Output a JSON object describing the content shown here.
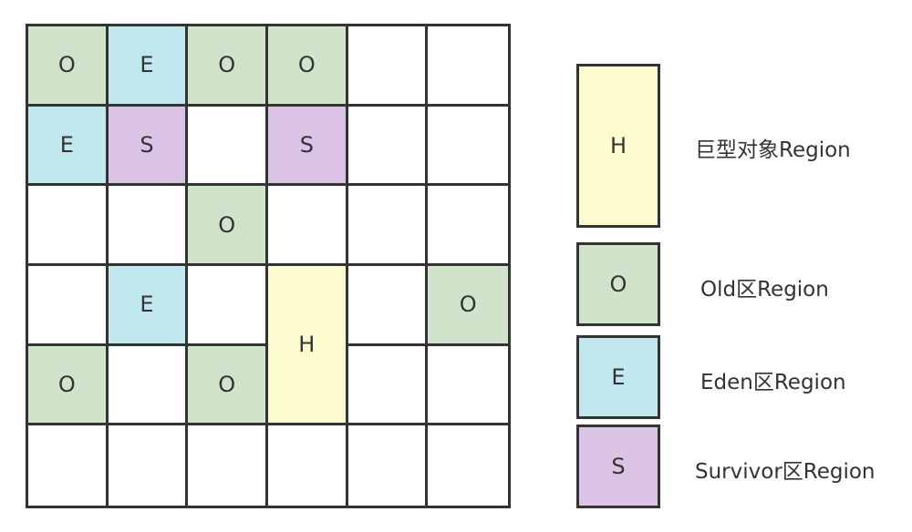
{
  "colors": {
    "O": "#d0e4cc",
    "E": "#c0e8ee",
    "S": "#dcc4e6",
    "H": "#fdfcd0",
    "empty": "#ffffff",
    "border": "#333333"
  },
  "grid": {
    "columns": 6,
    "rows": 6,
    "regions": [
      {
        "label": "O",
        "type": "O",
        "row": 1,
        "col": 1
      },
      {
        "label": "E",
        "type": "E",
        "row": 1,
        "col": 2
      },
      {
        "label": "O",
        "type": "O",
        "row": 1,
        "col": 3
      },
      {
        "label": "O",
        "type": "O",
        "row": 1,
        "col": 4
      },
      {
        "label": "",
        "type": "empty",
        "row": 1,
        "col": 5
      },
      {
        "label": "",
        "type": "empty",
        "row": 1,
        "col": 6
      },
      {
        "label": "E",
        "type": "E",
        "row": 2,
        "col": 1
      },
      {
        "label": "S",
        "type": "S",
        "row": 2,
        "col": 2
      },
      {
        "label": "",
        "type": "empty",
        "row": 2,
        "col": 3
      },
      {
        "label": "S",
        "type": "S",
        "row": 2,
        "col": 4
      },
      {
        "label": "",
        "type": "empty",
        "row": 2,
        "col": 5
      },
      {
        "label": "",
        "type": "empty",
        "row": 2,
        "col": 6
      },
      {
        "label": "",
        "type": "empty",
        "row": 3,
        "col": 1
      },
      {
        "label": "",
        "type": "empty",
        "row": 3,
        "col": 2
      },
      {
        "label": "O",
        "type": "O",
        "row": 3,
        "col": 3
      },
      {
        "label": "",
        "type": "empty",
        "row": 3,
        "col": 4
      },
      {
        "label": "",
        "type": "empty",
        "row": 3,
        "col": 5
      },
      {
        "label": "",
        "type": "empty",
        "row": 3,
        "col": 6
      },
      {
        "label": "",
        "type": "empty",
        "row": 4,
        "col": 1
      },
      {
        "label": "E",
        "type": "E",
        "row": 4,
        "col": 2
      },
      {
        "label": "",
        "type": "empty",
        "row": 4,
        "col": 3
      },
      {
        "label": "H",
        "type": "H",
        "row": 4,
        "col": 4,
        "rowspan": 2
      },
      {
        "label": "",
        "type": "empty",
        "row": 4,
        "col": 5
      },
      {
        "label": "O",
        "type": "O",
        "row": 4,
        "col": 6
      },
      {
        "label": "O",
        "type": "O",
        "row": 5,
        "col": 1
      },
      {
        "label": "",
        "type": "empty",
        "row": 5,
        "col": 2
      },
      {
        "label": "O",
        "type": "O",
        "row": 5,
        "col": 3
      },
      {
        "label": "",
        "type": "empty",
        "row": 5,
        "col": 5
      },
      {
        "label": "",
        "type": "empty",
        "row": 5,
        "col": 6
      },
      {
        "label": "",
        "type": "empty",
        "row": 6,
        "col": 1
      },
      {
        "label": "",
        "type": "empty",
        "row": 6,
        "col": 2
      },
      {
        "label": "",
        "type": "empty",
        "row": 6,
        "col": 3
      },
      {
        "label": "",
        "type": "empty",
        "row": 6,
        "col": 4
      },
      {
        "label": "",
        "type": "empty",
        "row": 6,
        "col": 5
      },
      {
        "label": "",
        "type": "empty",
        "row": 6,
        "col": 6
      }
    ]
  },
  "legend": [
    {
      "type": "H",
      "symbol": "H",
      "text": "巨型对象Region"
    },
    {
      "type": "O",
      "symbol": "O",
      "text": "Old区Region"
    },
    {
      "type": "E",
      "symbol": "E",
      "text": "Eden区Region"
    },
    {
      "type": "S",
      "symbol": "S",
      "text": "Survivor区Region"
    }
  ]
}
